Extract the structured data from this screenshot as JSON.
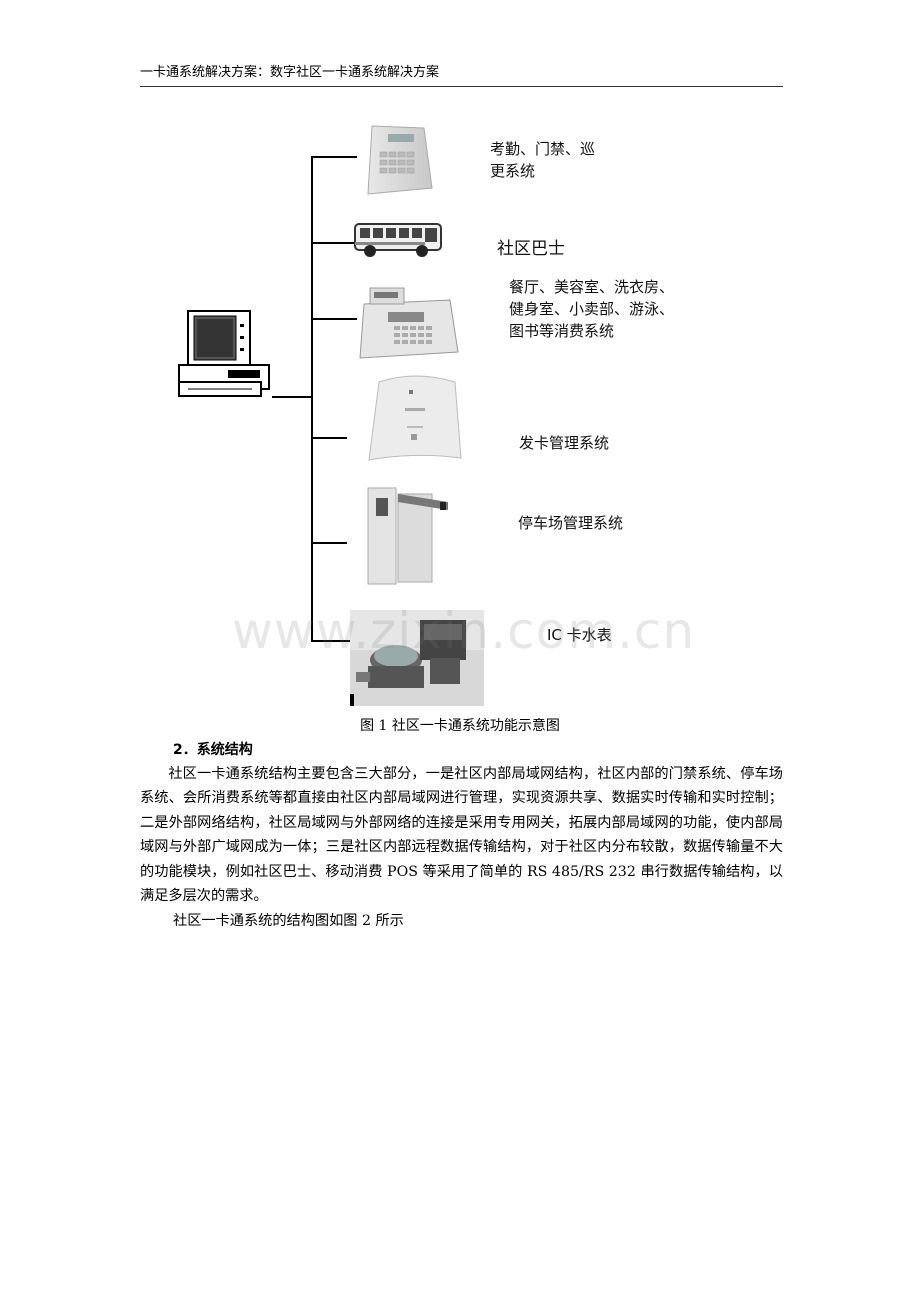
{
  "header": {
    "text": "一卡通系统解决方案：数字社区一卡通系统解决方案"
  },
  "figure": {
    "branches": [
      {
        "label_lines": [
          "考勤、门禁、巡",
          "更系统"
        ],
        "icon": "card-reader-terminal"
      },
      {
        "label_lines": [
          "社区巴士"
        ],
        "icon": "bus"
      },
      {
        "label_lines": [
          "餐厅、美容室、洗衣房、",
          "健身室、小卖部、游泳、",
          "图书等消费系统"
        ],
        "icon": "pos-terminal"
      },
      {
        "label_lines": [
          "发卡管理系统"
        ],
        "icon": "card-issuing-booklet"
      },
      {
        "label_lines": [
          "停车场管理系统"
        ],
        "icon": "parking-barrier"
      },
      {
        "label_lines": [
          "IC 卡水表"
        ],
        "icon": "ic-card-water-meter"
      }
    ],
    "root_icon": "computer",
    "watermark": "www.zixin.com.cn",
    "caption": "图 1  社区一卡通系统功能示意图"
  },
  "section": {
    "title": "2．系统结构",
    "paragraph": "社区一卡通系统结构主要包含三大部分，一是社区内部局域网结构，社区内部的门禁系统、停车场系统、会所消费系统等都直接由社区内部局域网进行管理，实现资源共享、数据实时传输和实时控制；二是外部网络结构，社区局域网与外部网络的连接是采用专用网关，拓展内部局域网的功能，使内部局域网与外部广域网成为一体；三是社区内部远程数据传输结构，对于社区内分布较散，数据传输量不大的功能模块，例如社区巴士、移动消费 POS 等采用了简单的 RS 485/RS 232 串行数据传输结构，以满足多层次的需求。",
    "note": "社区一卡通系统的结构图如图 2 所示"
  }
}
